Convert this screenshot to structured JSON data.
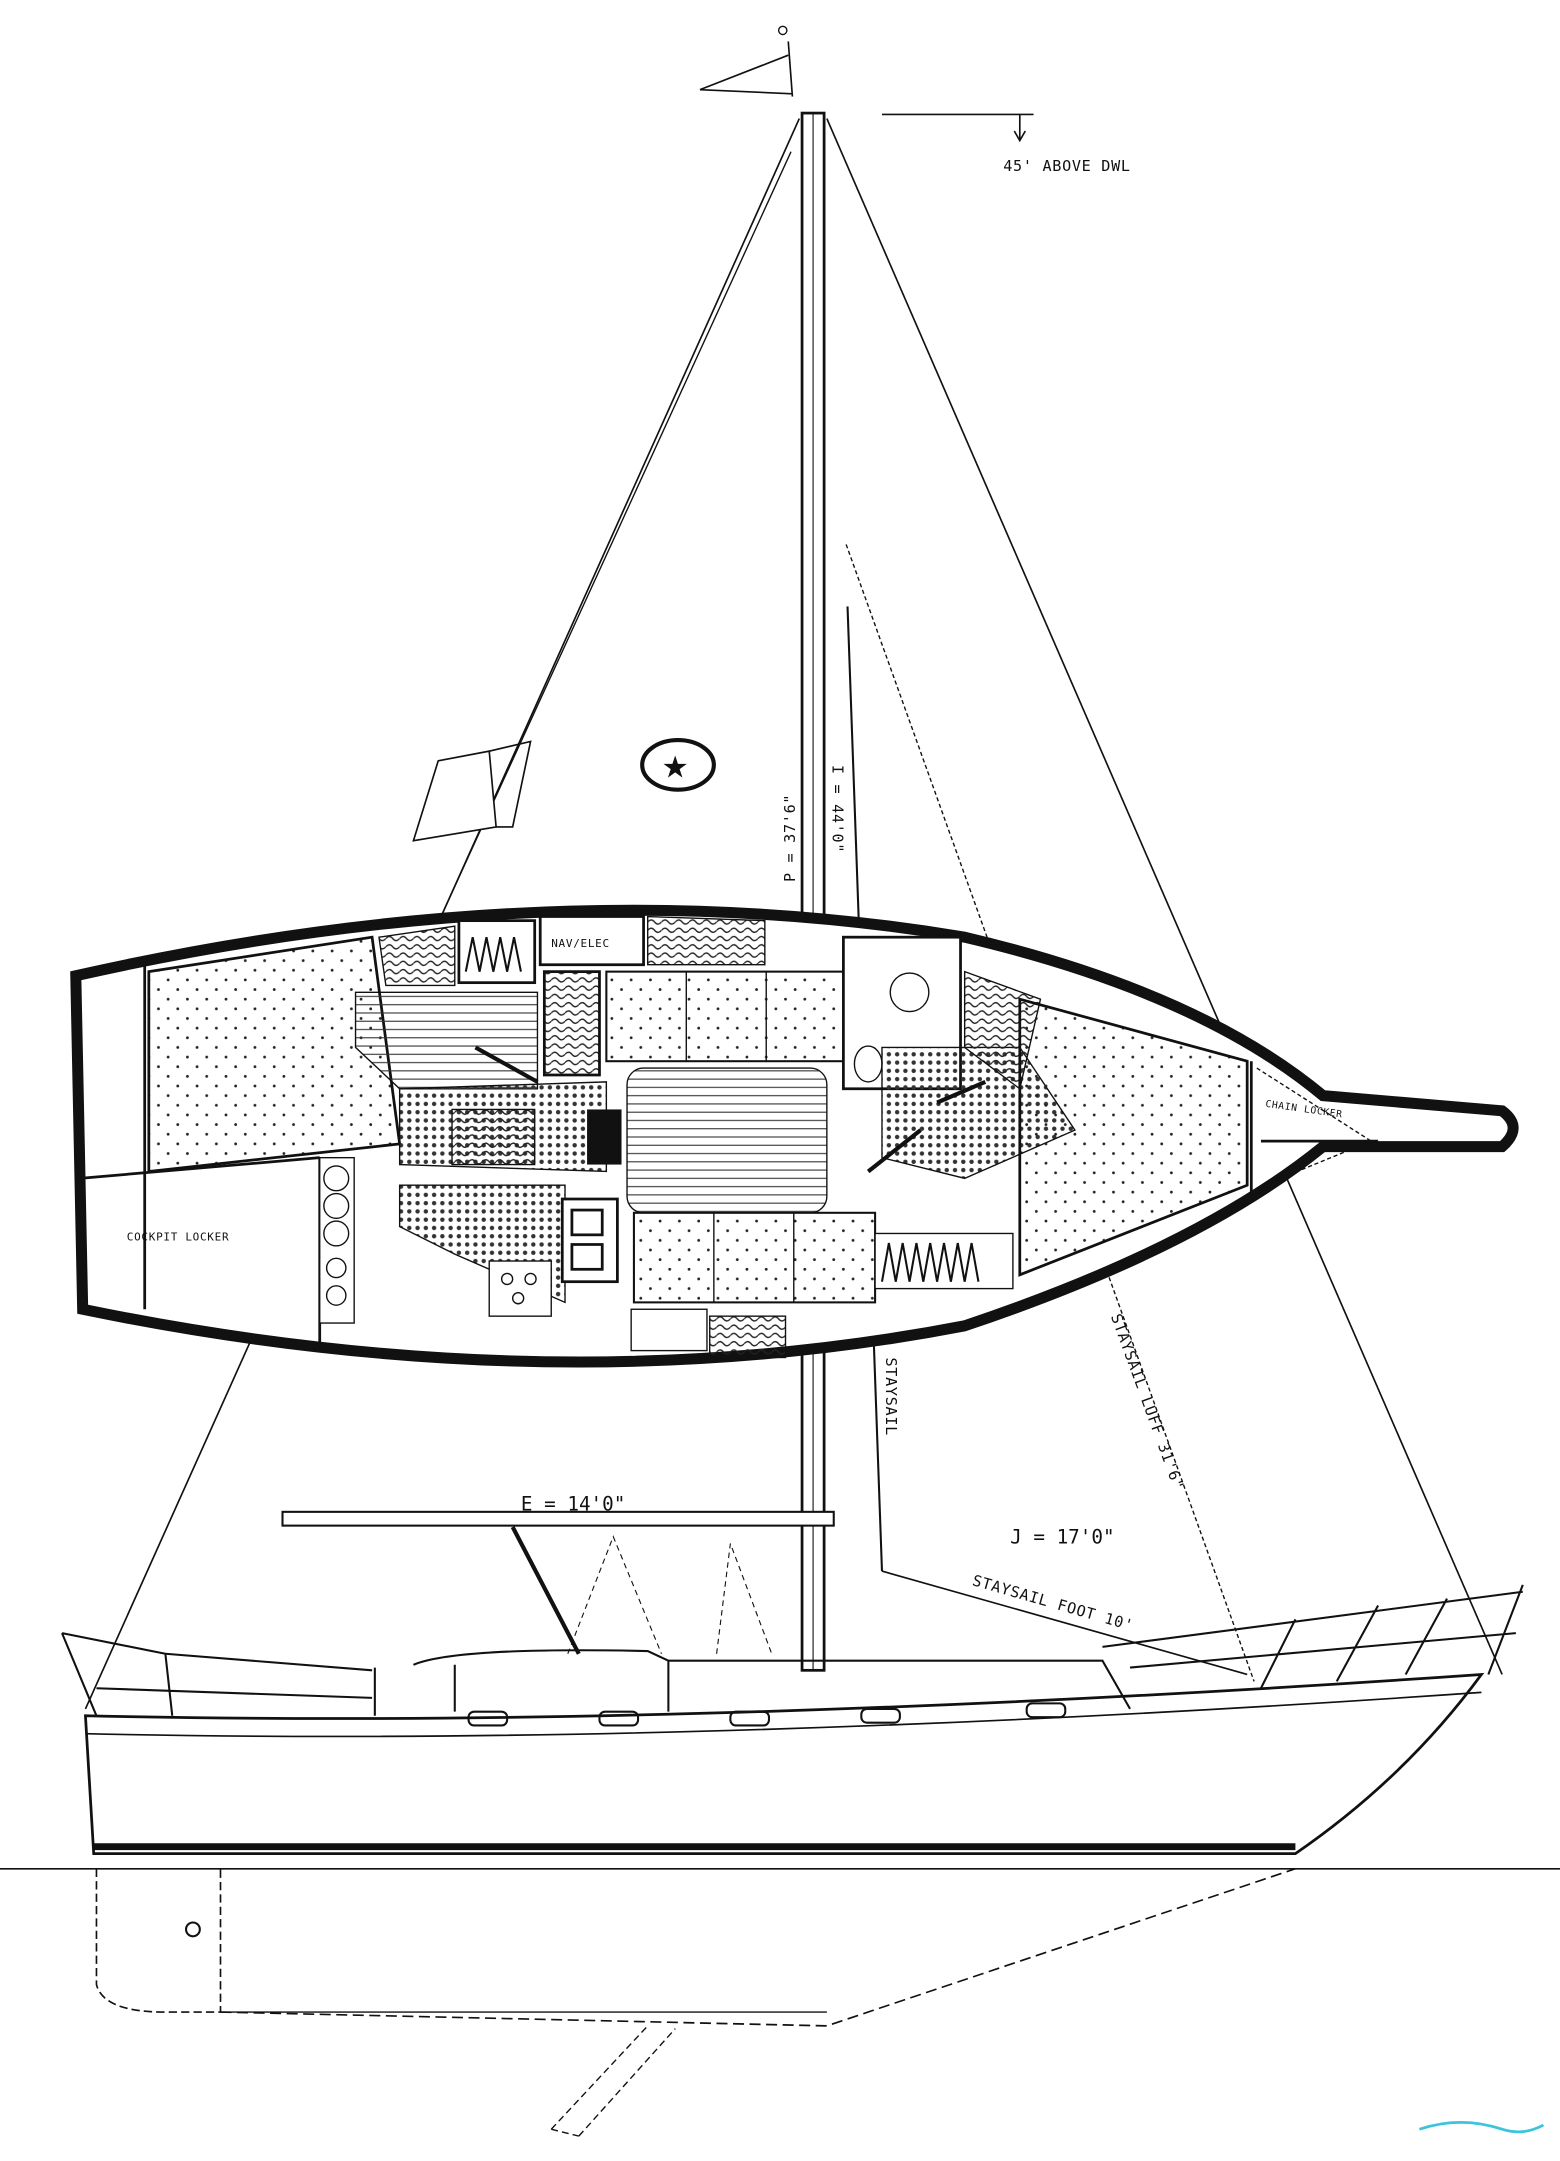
{
  "drawing": {
    "mast_height_note": "45' ABOVE DWL",
    "labels": {
      "p": "P = 37'6\"",
      "i": "I = 44'0\"",
      "e": "E = 14'0\"",
      "j": "J = 17'0\"",
      "staysail_luff": "STAYSAIL LUFF 31'6\"",
      "staysail_foot": "STAYSAIL FOOT 10'",
      "staysail_stay": "STAYSAIL",
      "nav_elec": "NAV/ELEC",
      "cockpit_locker": "COCKPIT LOCKER",
      "chain_locker": "CHAIN LOCKER"
    },
    "colors": {
      "ink": "#111111",
      "watermark": "#3cc4dc"
    }
  }
}
